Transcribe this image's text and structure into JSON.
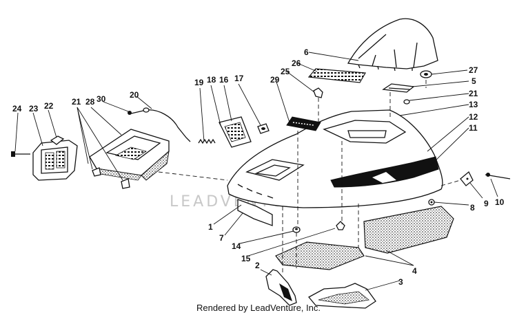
{
  "watermark": "LEADVENTURE",
  "credit": "Rendered by LeadVenture, Inc.",
  "callouts": {
    "c1": "1",
    "c2": "2",
    "c3": "3",
    "c4": "4",
    "c5": "5",
    "c6": "6",
    "c7": "7",
    "c8": "8",
    "c9": "9",
    "c10": "10",
    "c11": "11",
    "c12": "12",
    "c13": "13",
    "c14": "14",
    "c15": "15",
    "c16": "16",
    "c17": "17",
    "c18": "18",
    "c19": "19",
    "c20": "20",
    "c21a": "21",
    "c21b": "21",
    "c22": "22",
    "c23": "23",
    "c24": "24",
    "c25": "25",
    "c26": "26",
    "c27": "27",
    "c28": "28",
    "c29": "29",
    "c30": "30"
  }
}
